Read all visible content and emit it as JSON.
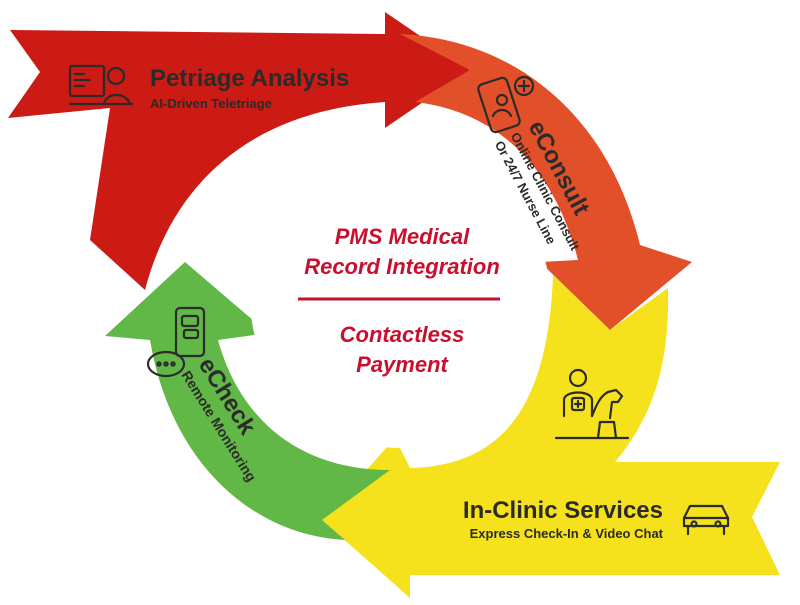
{
  "colors": {
    "red": "#cc1a14",
    "orange": "#e2502a",
    "yellow": "#f5e21c",
    "green": "#62b846",
    "accent_text": "#c8102e",
    "dark_text": "#2b2b2b"
  },
  "segments": {
    "petriage": {
      "title": "Petriage Analysis",
      "subtitle": "AI-Driven Teletriage",
      "icon": "analyst-desk-icon"
    },
    "econsult": {
      "title": "eConsult",
      "subtitle_line1": "Online Clinic Consult",
      "subtitle_line2": "Or 24/7 Nurse Line",
      "icon": "phone-consult-icon"
    },
    "inclinic": {
      "title": "In-Clinic Services",
      "subtitle": "Express Check-In & Video Chat",
      "icon": "car-icon",
      "secondary_icon": "vet-dog-icon"
    },
    "echeck": {
      "title": "eCheck",
      "subtitle": "Remote Monitoring",
      "icon": "phone-chat-icon"
    }
  },
  "center": {
    "line1": "PMS Medical",
    "line2": "Record Integration",
    "line3": "Contactless",
    "line4": "Payment"
  }
}
